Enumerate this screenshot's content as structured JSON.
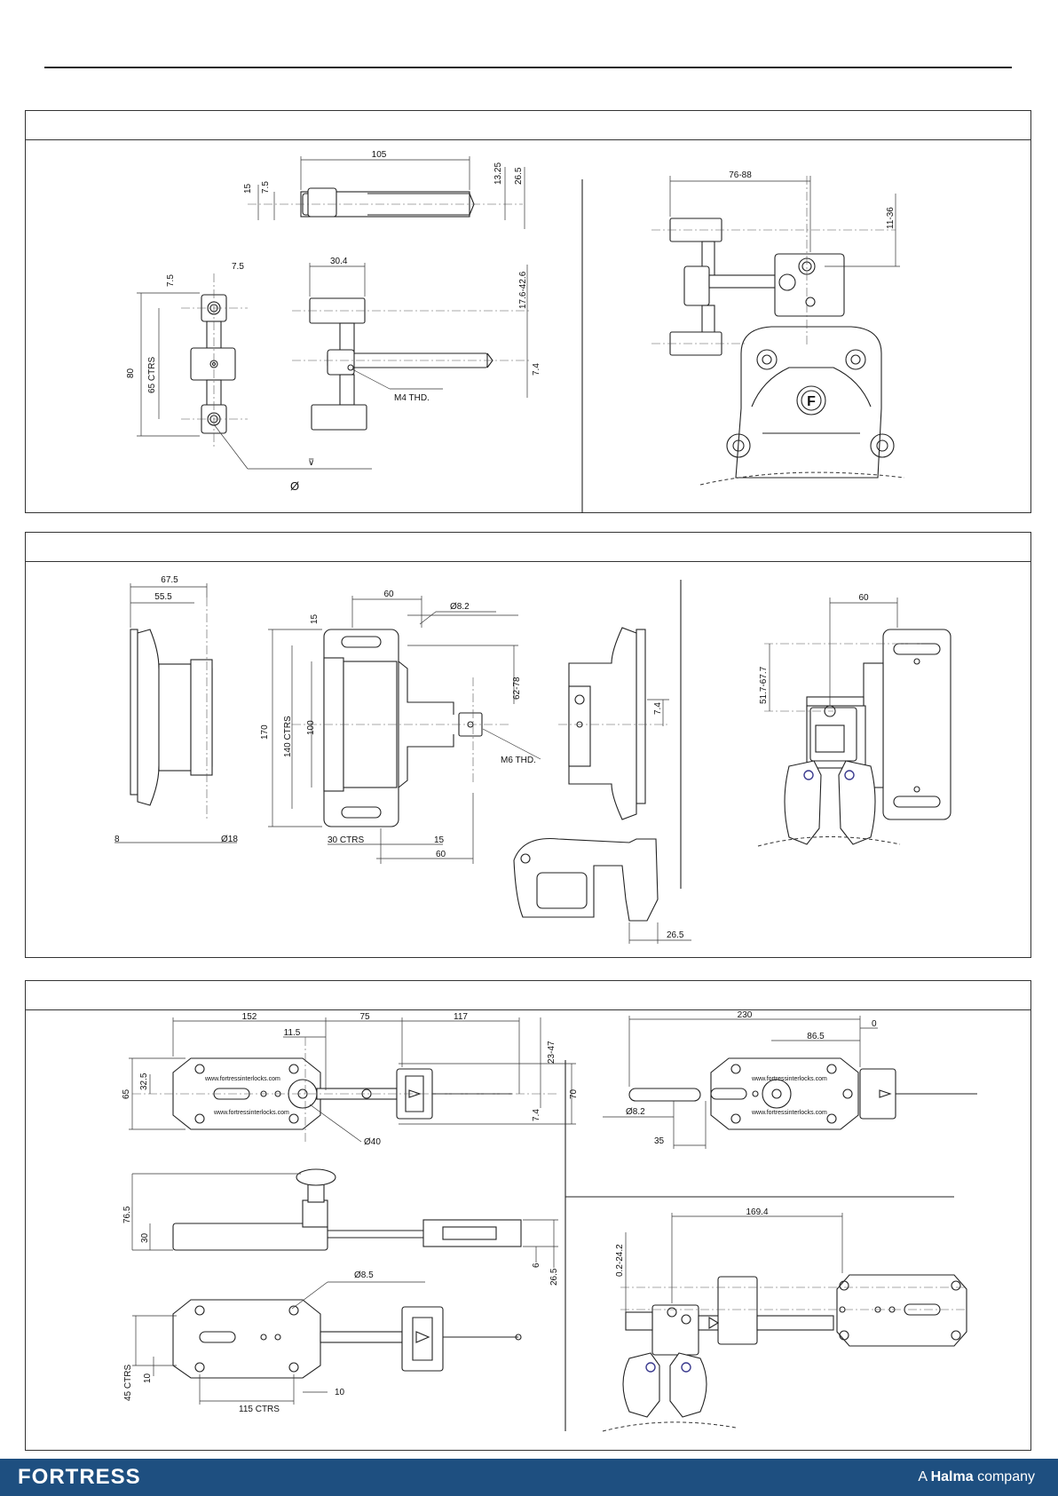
{
  "panel1": {
    "dims": [
      "105",
      "15",
      "7.5",
      "13.25",
      "26.5",
      "7.5",
      "7.5",
      "30.4",
      "17.6-42.6",
      "80",
      "65 CTRS",
      "7.4",
      "M4 THD.",
      "Ø",
      "76-88",
      "11-36"
    ]
  },
  "panel2": {
    "dims": [
      "67.5",
      "55.5",
      "60",
      "Ø8.2",
      "15",
      "170",
      "140 CTRS",
      "100",
      "62-78",
      "M6 THD.",
      "7.4",
      "8",
      "Ø18",
      "30 CTRS",
      "15",
      "60",
      "26.5",
      "60",
      "51.7-67.7"
    ]
  },
  "panel3": {
    "dims": [
      "152",
      "75",
      "117",
      "11.5",
      "32.5",
      "65",
      "23-47",
      "70",
      "7.4",
      "Ø40",
      "230",
      "0",
      "86.5",
      "Ø8.2",
      "35",
      "76.5",
      "30",
      "6",
      "26.5",
      "Ø8.5",
      "45 CTRS",
      "10",
      "115 CTRS",
      "10",
      "169.4",
      "0.2-24.2"
    ],
    "engravings": [
      "www.fortressinterlocks.com",
      "www.fortressinterlocks.com",
      "www.fortressinterlocks.com",
      "www.fortressinterlocks.com"
    ]
  },
  "footer": {
    "brand": "FORTRESS",
    "tagline_prefix": "A ",
    "tagline_bold": "Halma",
    "tagline_suffix": " company"
  },
  "colors": {
    "footer_bg": "#1e4f80",
    "accent_blue": "#3b3b8f"
  }
}
